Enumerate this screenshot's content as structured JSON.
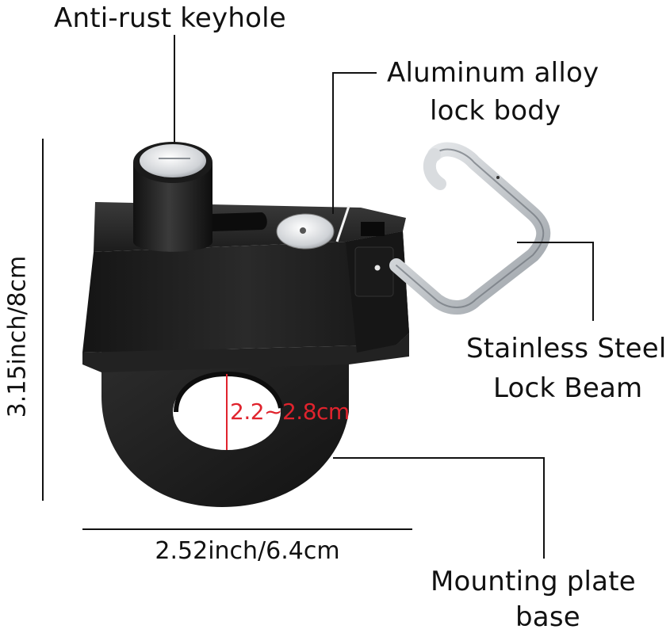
{
  "labels": {
    "keyhole": "Anti-rust keyhole",
    "lock_body_line1": "Aluminum alloy",
    "lock_body_line2": "lock body",
    "beam_line1": "Stainless Steel",
    "beam_line2": "Lock Beam",
    "base_line1": "Mounting plate",
    "base_line2": "base"
  },
  "dimensions": {
    "height": "3.15inch/8cm",
    "width": "2.52inch/6.4cm",
    "clamp_range": "2.2~2.8cm"
  },
  "colors": {
    "label_text": "#111111",
    "dimension_accent": "#e0232d",
    "lock_body": "#1f1f1f",
    "steel": "#c9cdd1"
  }
}
